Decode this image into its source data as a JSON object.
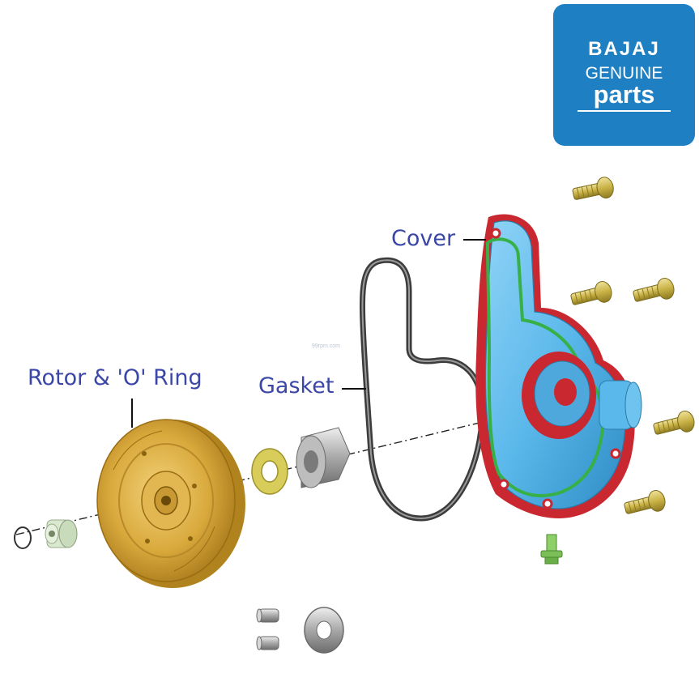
{
  "logo": {
    "brand": "BAJAJ",
    "line1": "GENUINE",
    "line2": "parts",
    "background": "#1f7fc3"
  },
  "labels": {
    "cover": "Cover",
    "rotor": "Rotor & 'O' Ring",
    "gasket": "Gasket"
  },
  "watermark": "99rpm.com",
  "colors": {
    "label_text": "#3a47a6",
    "cover_body": "#5bb8ea",
    "cover_edge": "#d8303a",
    "cover_seal": "#38b048",
    "rotor_gold": "#d9a93c",
    "bolt_gold": "#c9b246",
    "gasket_grey": "#555555"
  }
}
